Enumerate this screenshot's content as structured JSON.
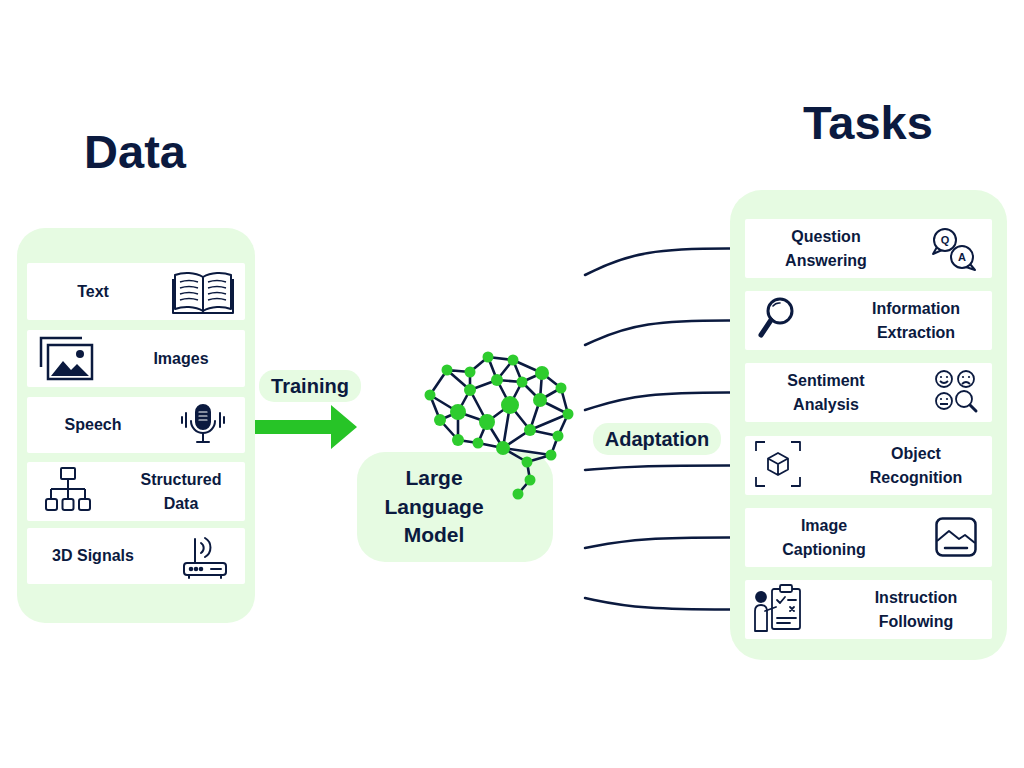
{
  "diagram": {
    "nodes": [
      {
        "text": [
          "Data"
        ]
      },
      {
        "text": [
          "Text"
        ],
        "in": 0
      },
      {
        "text": [
          "Images"
        ],
        "in": 0
      },
      {
        "text": [
          "Speech"
        ],
        "in": 0
      },
      {
        "text": [
          "Structured Data"
        ],
        "in": 0
      },
      {
        "text": [
          "3D Signals"
        ],
        "in": 0
      },
      {
        "text": [
          "Large Language Model"
        ]
      },
      {
        "text": [
          "Tasks"
        ]
      },
      {
        "text": [
          "Question Answering"
        ],
        "in": 7
      },
      {
        "text": [
          "Information Extraction"
        ],
        "in": 7
      },
      {
        "text": [
          "Sentiment Analysis"
        ],
        "in": 7
      },
      {
        "text": [
          "Object Recognition"
        ],
        "in": 7
      },
      {
        "text": [
          "Image Captioning"
        ],
        "in": 7
      },
      {
        "text": [
          "Instruction Following"
        ],
        "in": 7
      }
    ],
    "edges": [
      {
        "from": 0,
        "to": 6,
        "label": "Training",
        "arrow": "to"
      },
      {
        "from": 6,
        "to": 8,
        "arrow": "to"
      },
      {
        "from": 6,
        "to": 9,
        "arrow": "to"
      },
      {
        "from": 6,
        "to": 10,
        "arrow": "to"
      },
      {
        "from": 6,
        "to": 11,
        "arrow": "to"
      },
      {
        "from": 6,
        "to": 12,
        "arrow": "to"
      },
      {
        "from": 6,
        "to": 13,
        "arrow": "to"
      }
    ],
    "labels": [
      "Adaptation",
      "Q",
      "A"
    ]
  }
}
